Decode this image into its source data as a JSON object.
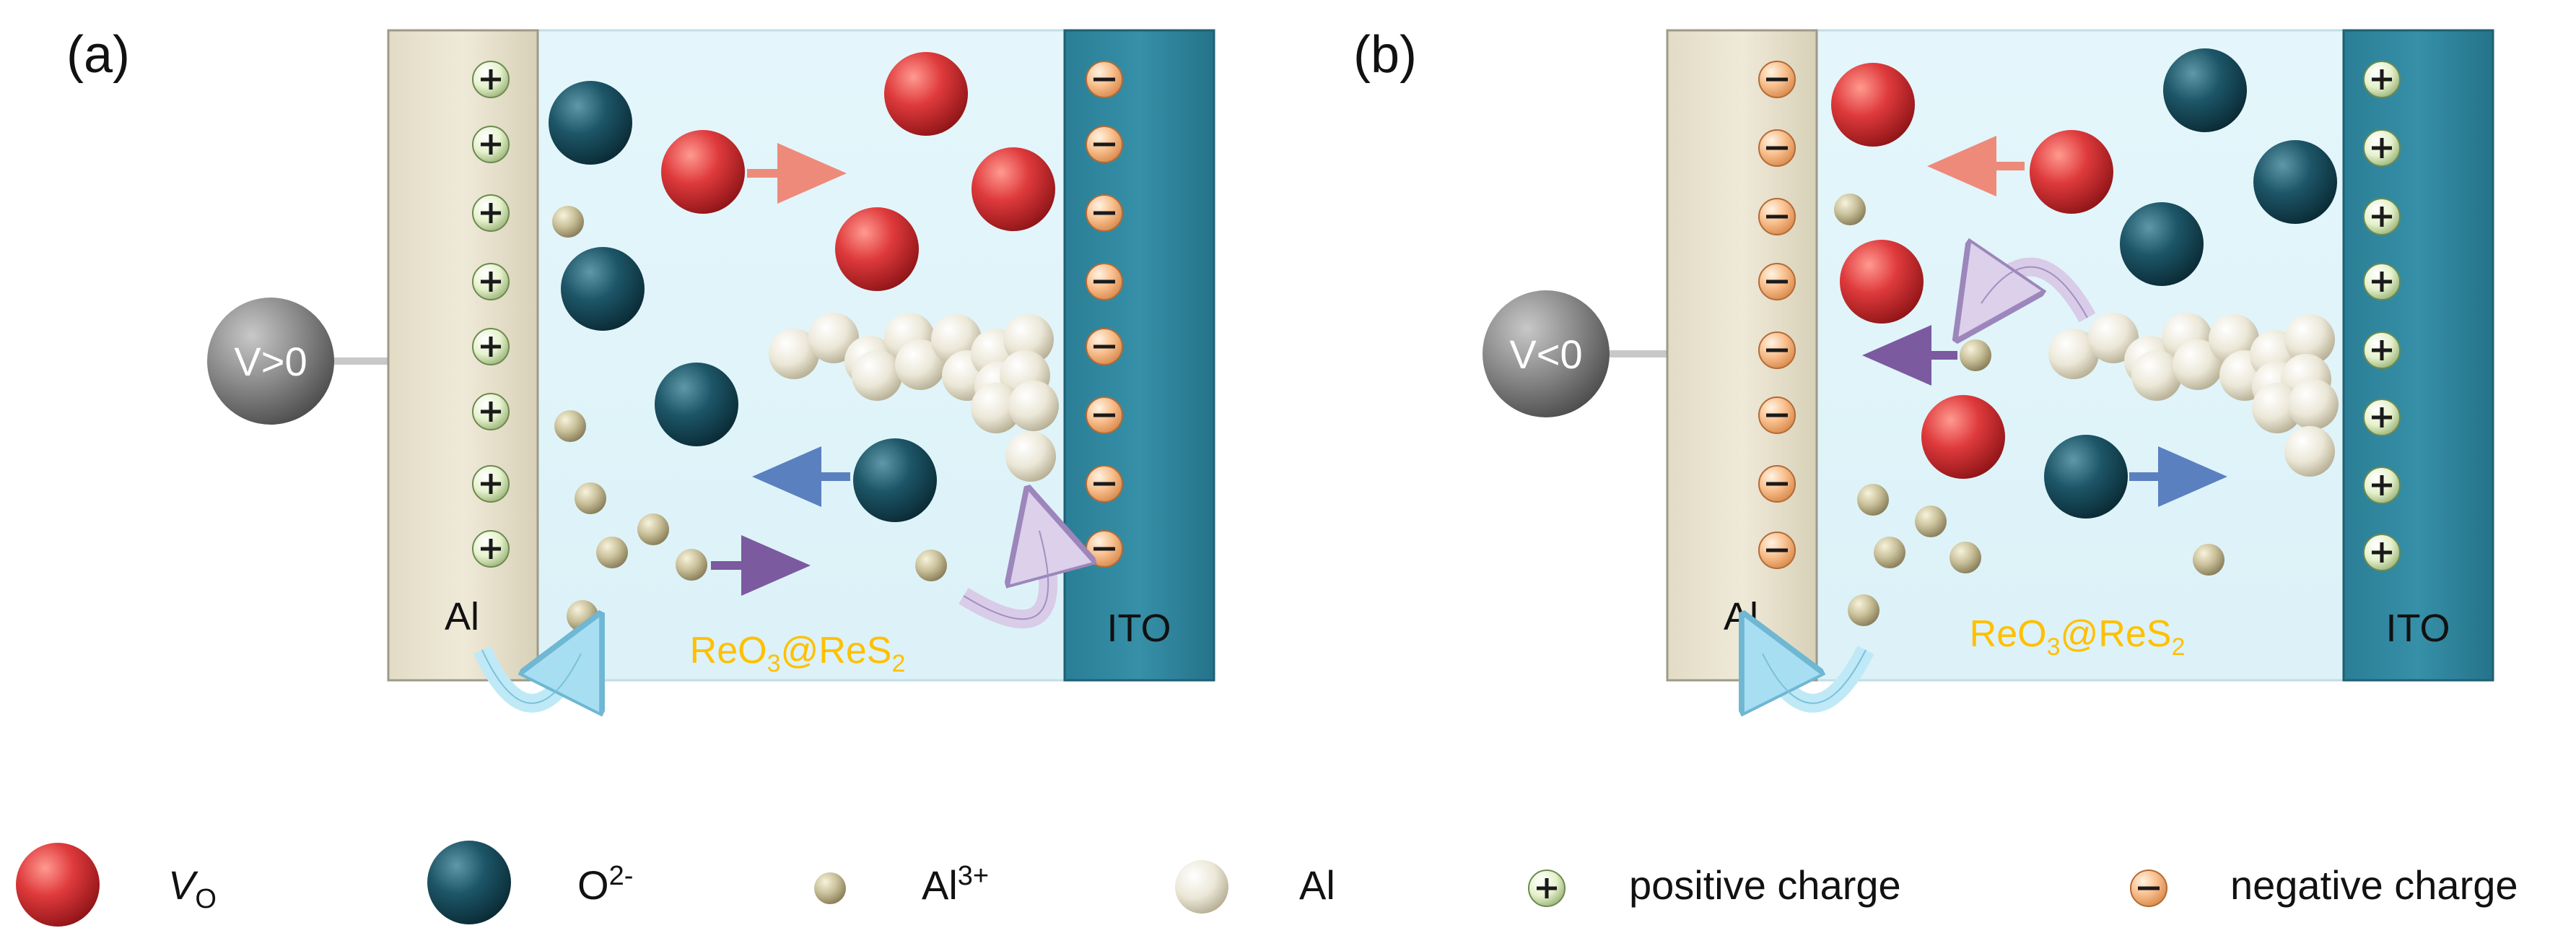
{
  "panel_a": {
    "label": "(a)",
    "voltage": "V>0",
    "left_electrode": "Al",
    "right_electrode": "ITO",
    "layer_label": {
      "main": "ReO",
      "sub1": "3",
      "mid": "@ReS",
      "sub2": "2"
    }
  },
  "panel_b": {
    "label": "(b)",
    "voltage": "V<0",
    "left_electrode": "Al",
    "right_electrode": "ITO",
    "layer_label": {
      "main": "ReO",
      "sub1": "3",
      "mid": "@ReS",
      "sub2": "2"
    }
  },
  "legend": {
    "vo": {
      "main": "V",
      "sub": "O"
    },
    "o2": {
      "main": "O",
      "sup": "2-"
    },
    "al3": {
      "main": "Al",
      "sup": "3+"
    },
    "al": "Al",
    "pos": "positive charge",
    "neg": "negative charge"
  },
  "colors": {
    "vacancy": "#d9393d",
    "oxygen_ion": "#1f5566",
    "al_ion": "#c9c2a0",
    "al_atom": "#ebe8da",
    "electrode_al": "#ece6d3",
    "electrode_ito": "#2f8ba3",
    "switching_layer": "#e6f7fb",
    "layer_label": "#ffc000"
  }
}
